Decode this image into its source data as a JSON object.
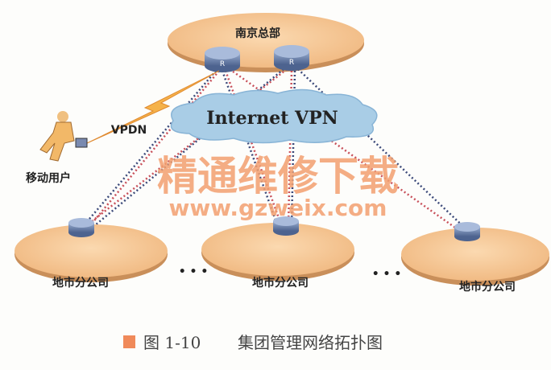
{
  "headquarters": {
    "label": "南京总部"
  },
  "cloud": {
    "label": "Internet VPN"
  },
  "mobile": {
    "link_label": "VPDN",
    "user_label": "移动用户"
  },
  "branches": [
    {
      "label": "地市分公司"
    },
    {
      "label": "地市分公司"
    },
    {
      "label": "地市分公司"
    }
  ],
  "ellipsis": "• • •",
  "watermark": {
    "line1": "精通维修下载",
    "line2": "www.gzweix.com"
  },
  "caption": {
    "number": "图 1-10",
    "title": "集团管理网络拓扑图"
  },
  "colors": {
    "site": "#f6c896",
    "cloud": "#a9cde6",
    "router": "#6f86ad",
    "link_red": "#c8505a",
    "link_blue": "#3c4a7a",
    "caption_marker": "#f08a5a"
  }
}
